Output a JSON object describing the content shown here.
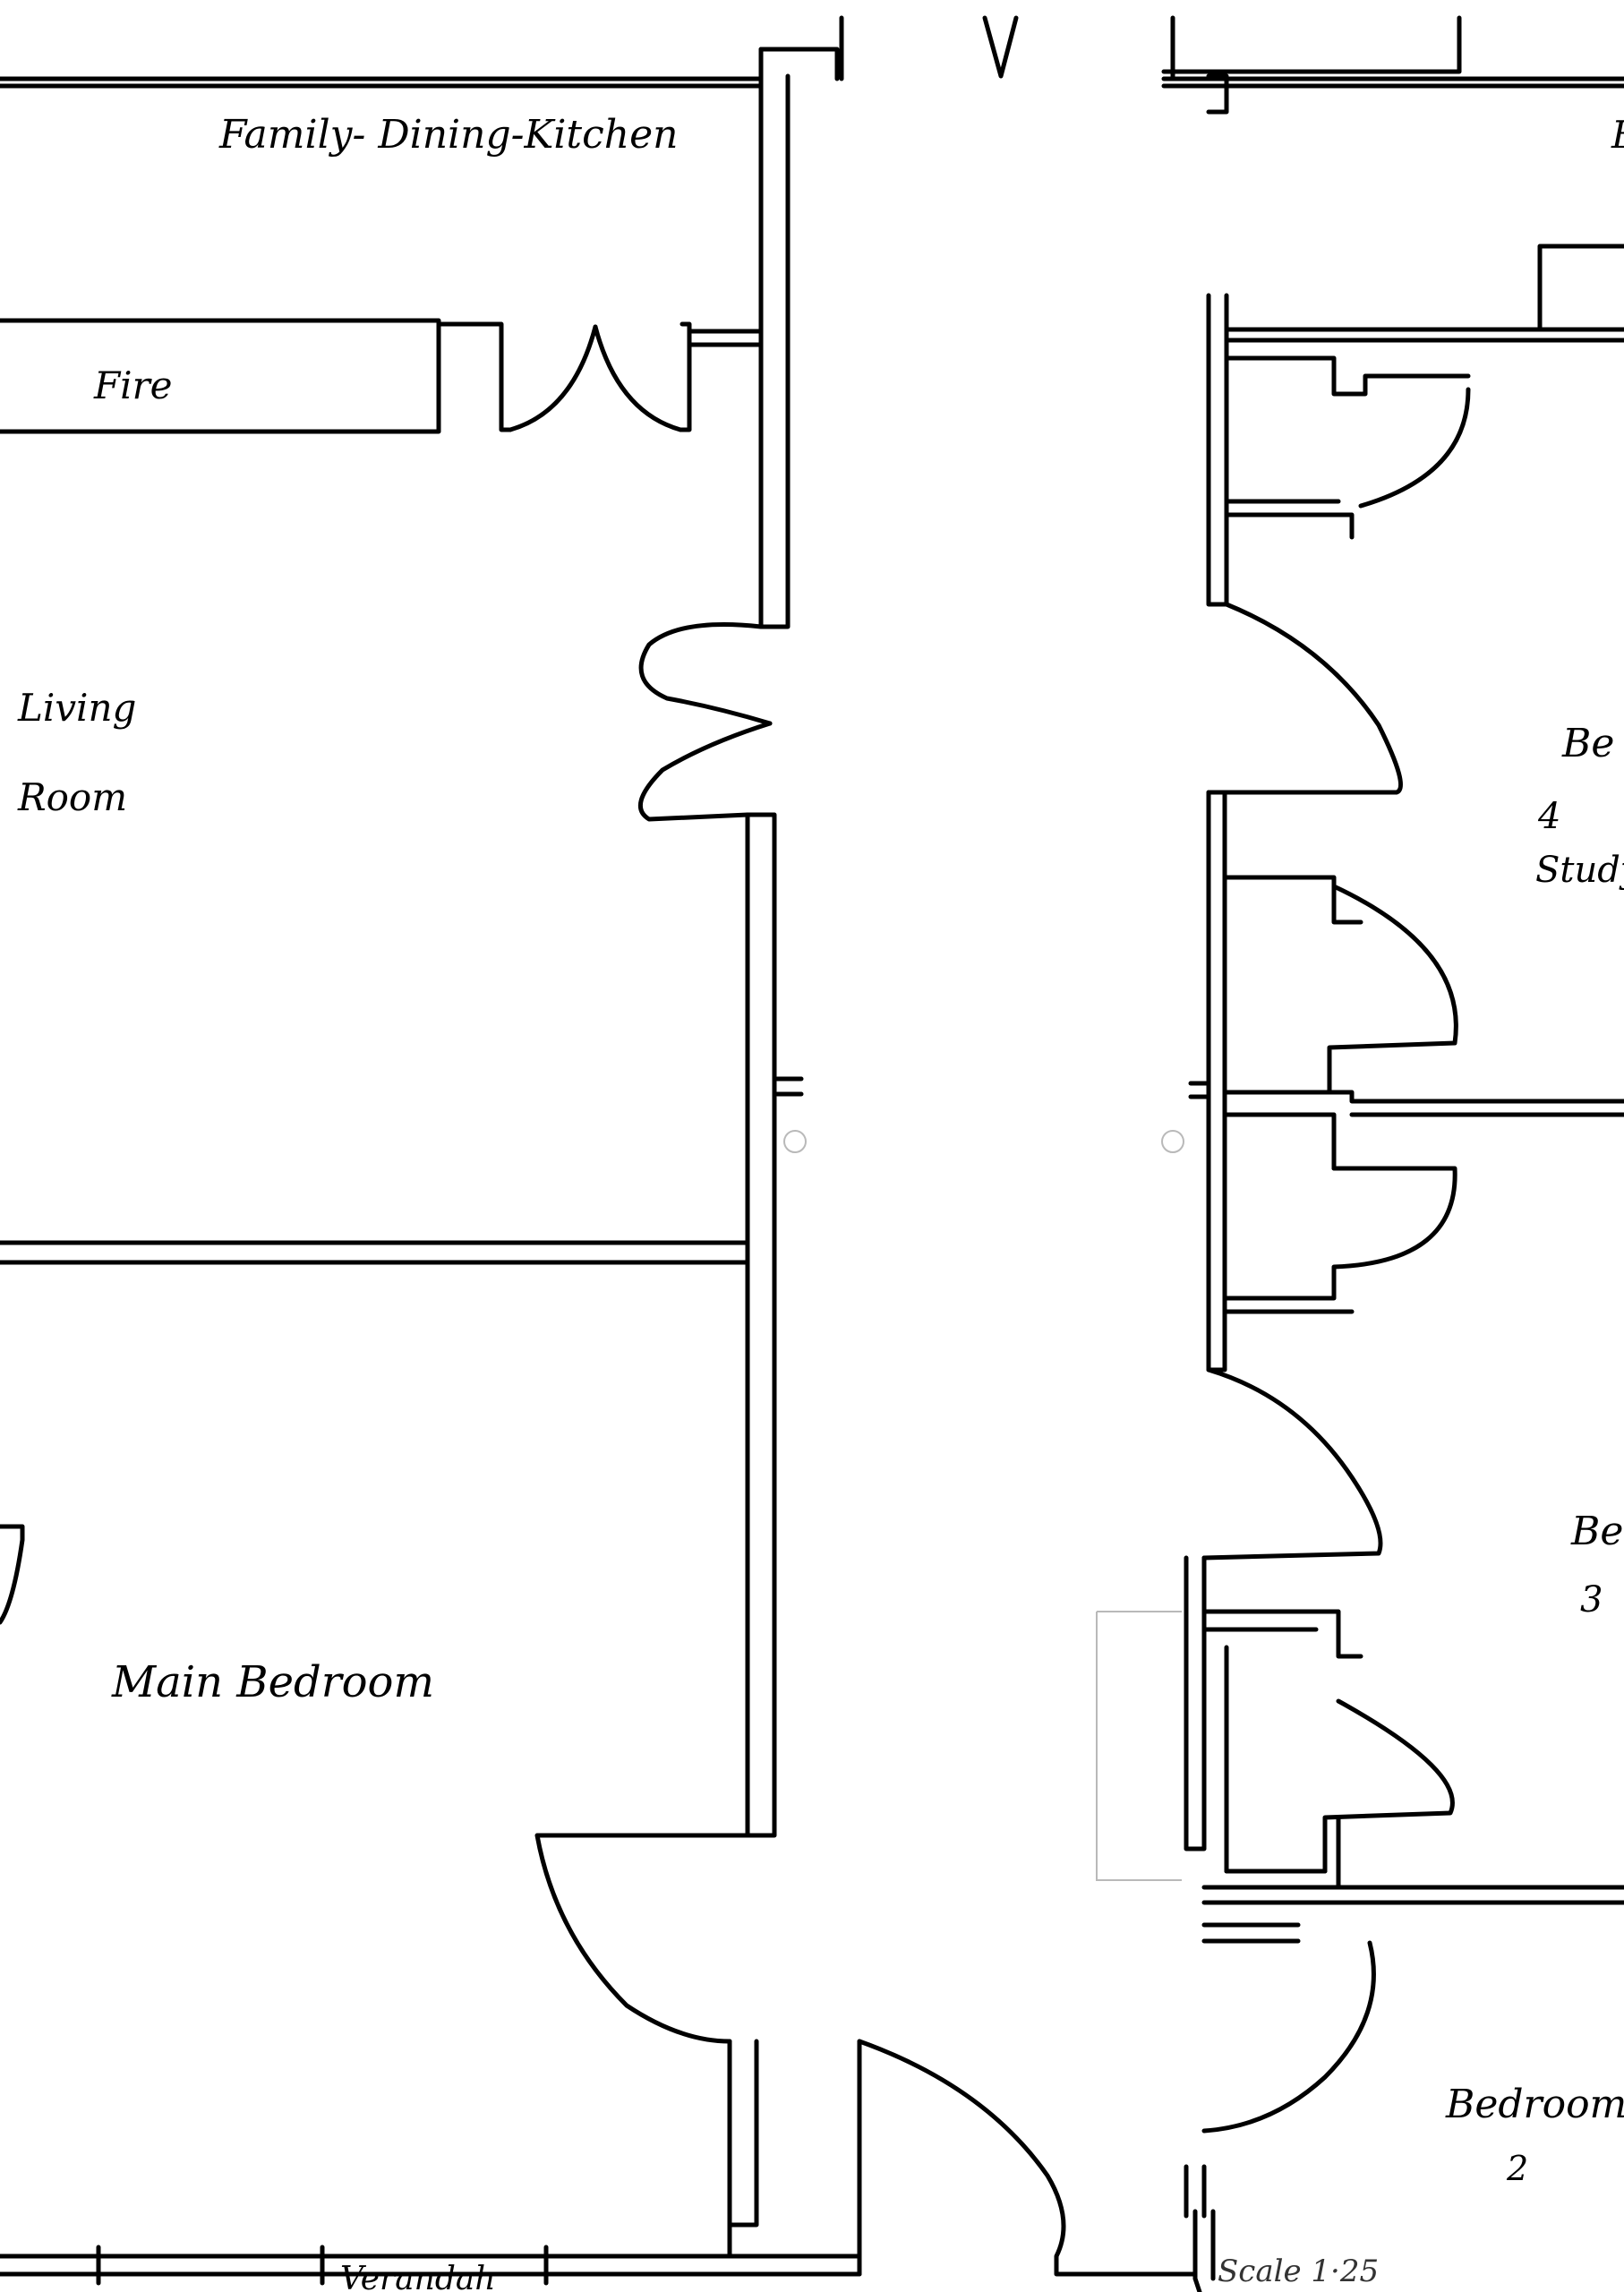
{
  "rooms": {
    "family_dining_kitchen": "Family- Dining-Kitchen",
    "fire": "Fire",
    "living_room_line1": "Living",
    "living_room_line2": "Room",
    "main_bedroom": "Main Bedroom",
    "bedroom4_line1": "Be",
    "bedroom4_line2": "4",
    "bedroom4_line3": "Study",
    "bedroom3_line1": "Be",
    "bedroom3_line2": "3",
    "bedroom2_line1": "Bedroom",
    "bedroom2_line2": "2",
    "top_right_fragment": "B",
    "verandah": "Verandah"
  },
  "scale": "Scale 1·25"
}
